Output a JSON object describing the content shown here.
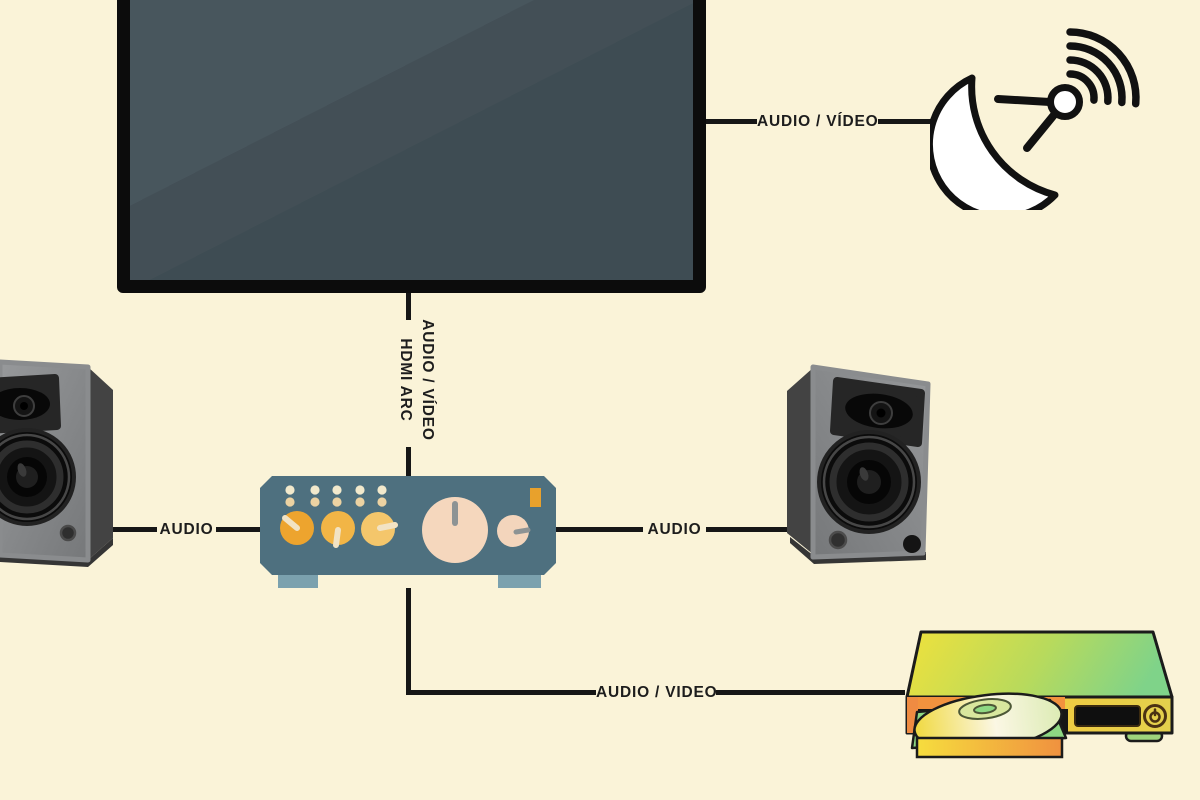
{
  "diagram_title": "home-theater-av-connection-diagram",
  "connections": {
    "tv_satellite_label": "AUDIO / VÍDEO",
    "tv_amplifier_label_line1": "AUDIO / VÍDEO",
    "tv_amplifier_label_line2": "HDMI ARC",
    "left_speaker_label": "AUDIO",
    "right_speaker_label": "AUDIO",
    "amplifier_dvd_label": "AUDIO / VIDEO"
  },
  "devices": [
    {
      "name": "tv",
      "description": "flat screen television"
    },
    {
      "name": "satellite-dish",
      "description": "satellite antenna with signal waves"
    },
    {
      "name": "left-speaker",
      "description": "bookshelf speaker"
    },
    {
      "name": "right-speaker",
      "description": "bookshelf speaker"
    },
    {
      "name": "amplifier",
      "description": "stereo amplifier with knobs"
    },
    {
      "name": "dvd-player",
      "description": "disc player with open tray"
    }
  ],
  "palette": {
    "background": "#faf3d8",
    "wire": "#161616",
    "label_text": "#1d1d1d",
    "tv_screen_dark": "#3e4c53",
    "tv_screen_light": "#48565d",
    "tv_frame": "#0c0c0c",
    "amp_body": "#4e707f",
    "amp_feet": "#7ba1ae",
    "amp_knob_orange": "#eda42e",
    "amp_knob_amber": "#f2b546",
    "amp_knob_gold": "#f4c66b",
    "amp_big_knob": "#f5d7bd",
    "amp_accent_rect": "#e8a12c",
    "speaker_front": "#8f9193",
    "speaker_side": "#434343",
    "dish_fill": "#ffffff",
    "dish_stroke": "#111111",
    "dvd_top_yellow": "#efe13c",
    "dvd_top_green": "#7fd389",
    "dvd_front_orange": "#f29140",
    "dvd_front_yellow": "#f6c83c",
    "dvd_tray_green": "#8ed883",
    "dvd_disc_cream": "#fbf7e4"
  }
}
